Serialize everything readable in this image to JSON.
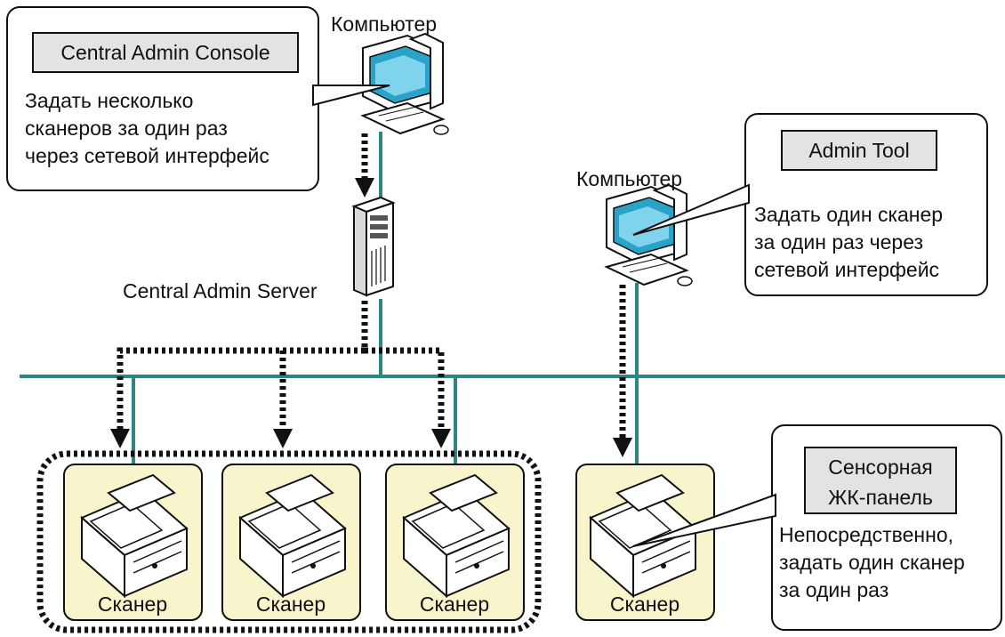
{
  "callouts": {
    "central_console": {
      "tag": "Central Admin Console",
      "lines": [
        "Задать несколько",
        "сканеров за один раз",
        "через сетевой интерфейс"
      ]
    },
    "admin_tool": {
      "tag": "Admin Tool",
      "lines": [
        "Задать один сканер",
        "за один раз через",
        "сетевой интерфейс"
      ]
    },
    "touch_panel": {
      "tag_lines": [
        "Сенсорная",
        "ЖК-панель"
      ],
      "lines": [
        "Непосредственно,",
        "задать один сканер",
        "за один раз"
      ]
    }
  },
  "nodes": {
    "computer_left": "Компьютер",
    "computer_right": "Компьютер",
    "server": "Central Admin Server",
    "scanner": "Сканер"
  },
  "colors": {
    "network_line": "#2e8583",
    "scanner_box": "#f8f5cc",
    "tag_fill": "#e3e3e3",
    "outline": "#111111"
  }
}
